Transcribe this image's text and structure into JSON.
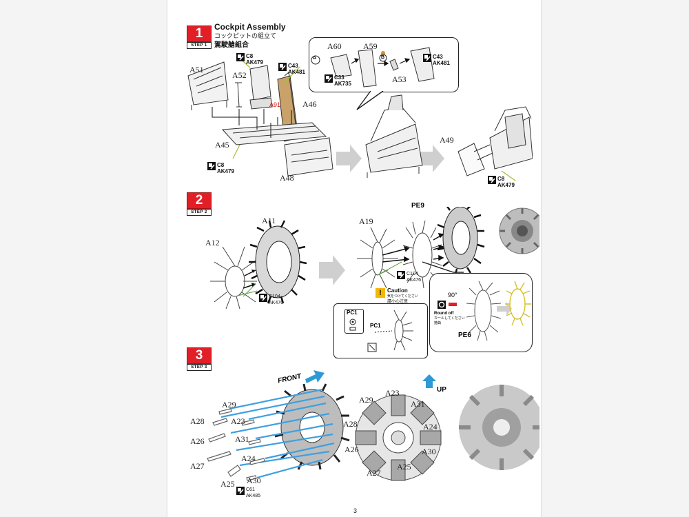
{
  "page_number": "3",
  "steps": [
    {
      "number": "1",
      "tag": "STEP 1",
      "title_en": "Cockpit Assembly",
      "title_jp": "コックピットの組立て",
      "title_cn": "駕駛艙組合"
    },
    {
      "number": "2",
      "tag": "STEP 2"
    },
    {
      "number": "3",
      "tag": "STEP 3"
    }
  ],
  "step1": {
    "parts": {
      "a51": "A51",
      "a52": "A52",
      "a91": "A91",
      "a46": "A46",
      "a45": "A45",
      "a48": "A48",
      "a49": "A49",
      "a60": "A60",
      "a59": "A59",
      "a53": "A53"
    },
    "paints": {
      "c8_top": {
        "c": "C8",
        "ak": "AK479"
      },
      "c43_top": {
        "c": "C43",
        "ak": "AK481"
      },
      "c8_bottom": {
        "c": "C8",
        "ak": "AK479"
      },
      "c33": {
        "c": "C33",
        "ak": "AK735"
      },
      "c43_box": {
        "c": "C43",
        "ak": "AK481"
      },
      "c8_right": {
        "c": "C8",
        "ak": "AK479"
      }
    },
    "markers": {
      "a": "A",
      "b": "B"
    }
  },
  "step2": {
    "parts": {
      "a11": "A11",
      "a12": "A12",
      "a19": "A19",
      "pe9": "PE9",
      "pe6": "PE6",
      "pc1_box": "PC1",
      "pc1": "PC1"
    },
    "paints": {
      "c104_left": {
        "c": "C104",
        "ak": "AK476"
      },
      "c104_right": {
        "c": "C104",
        "ak": "AK476"
      }
    },
    "caution": {
      "title": "Caution",
      "jp": "気をつけてください",
      "cn": "請小心注意"
    },
    "angle": "90°",
    "round_off": {
      "en": "Round off",
      "jp": "カールしてください",
      "cn": "捲曲"
    }
  },
  "step3": {
    "front": "FRONT",
    "up": "UP",
    "parts_left": {
      "a29": "A29",
      "a28": "A28",
      "a23": "A23",
      "a26": "A26",
      "a31": "A31",
      "a27": "A27",
      "a24": "A24",
      "a25": "A25",
      "a30": "A30"
    },
    "parts_right": {
      "a29": "A29",
      "a23": "A23",
      "a31": "A31",
      "a28": "A28",
      "a24": "A24",
      "a26": "A26",
      "a30": "A30",
      "a27": "A27",
      "a25": "A25"
    },
    "paint": {
      "c": "C61",
      "ak": "AK485"
    }
  }
}
